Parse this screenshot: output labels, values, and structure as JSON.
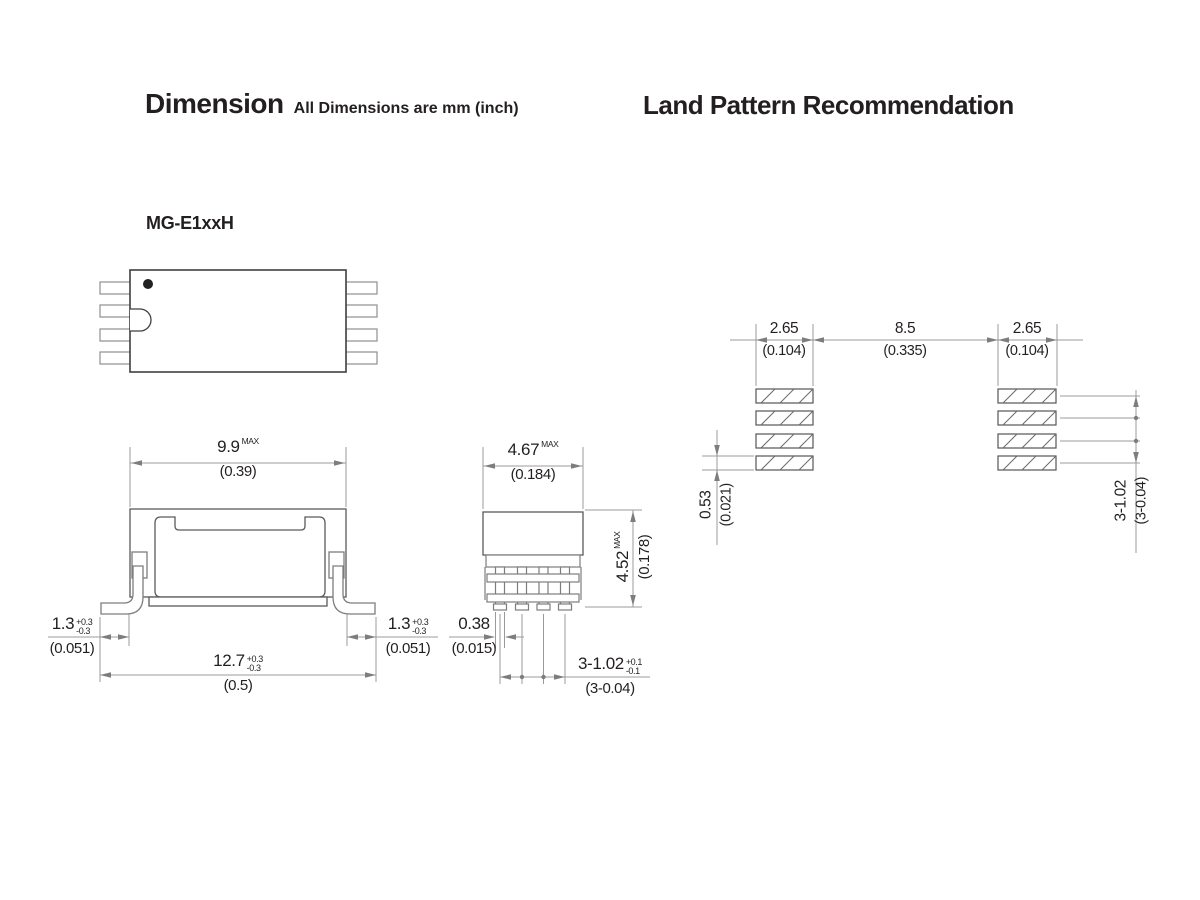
{
  "titles": {
    "dimension": "Dimension",
    "dimension_note": "All Dimensions are mm (inch)",
    "land_pattern": "Land Pattern Recommendation"
  },
  "part": {
    "name": "MG-E1xxH"
  },
  "dims": {
    "body_width": {
      "mm": "9.9",
      "max": "MAX",
      "inch": "(0.39)"
    },
    "lead_left": {
      "mm": "1.3",
      "tp": "+0.3",
      "tm": "-0.3",
      "inch": "(0.051)"
    },
    "lead_right": {
      "mm": "1.3",
      "tp": "+0.3",
      "tm": "-0.3",
      "inch": "(0.051)"
    },
    "overall_width": {
      "mm": "12.7",
      "tp": "+0.3",
      "tm": "-0.3",
      "inch": "(0.5)"
    },
    "body_depth": {
      "mm": "4.67",
      "max": "MAX",
      "inch": "(0.184)"
    },
    "body_height": {
      "mm": "4.52",
      "max": "MAX",
      "inch": "(0.178)"
    },
    "lead_thickness": {
      "mm": "0.38",
      "inch": "(0.015)"
    },
    "lead_pitch": {
      "mm": "3-1.02",
      "tp": "+0.1",
      "tm": "-0.1",
      "inch": "(3-0.04)"
    }
  },
  "land": {
    "pad_width_left": {
      "mm": "2.65",
      "inch": "(0.104)"
    },
    "span": {
      "mm": "8.5",
      "inch": "(0.335)"
    },
    "pad_width_right": {
      "mm": "2.65",
      "inch": "(0.104)"
    },
    "pad_height": {
      "mm": "0.53",
      "inch": "(0.021)"
    },
    "pad_pitch": {
      "mm": "3-1.02",
      "inch": "(3-0.04)"
    }
  },
  "colors": {
    "outline": "#4a4a4a",
    "dim_line": "#9b9b9b",
    "arrow": "#7d7d7d",
    "text": "#231f20"
  }
}
